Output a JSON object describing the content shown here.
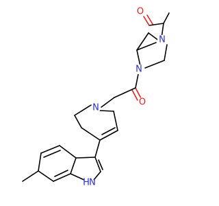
{
  "molecule": {
    "atoms": {
      "o_acetyl": "O",
      "n_pip_top": "N",
      "n_pip_bottom": "N",
      "o_amide": "O",
      "n_thp": "N",
      "nh_indole": "H",
      "n_indole": "N"
    }
  },
  "colors": {
    "bond": "#000000",
    "nitrogen": "#2a2dd8",
    "oxygen": "#e8201e",
    "background": "#ffffff"
  }
}
